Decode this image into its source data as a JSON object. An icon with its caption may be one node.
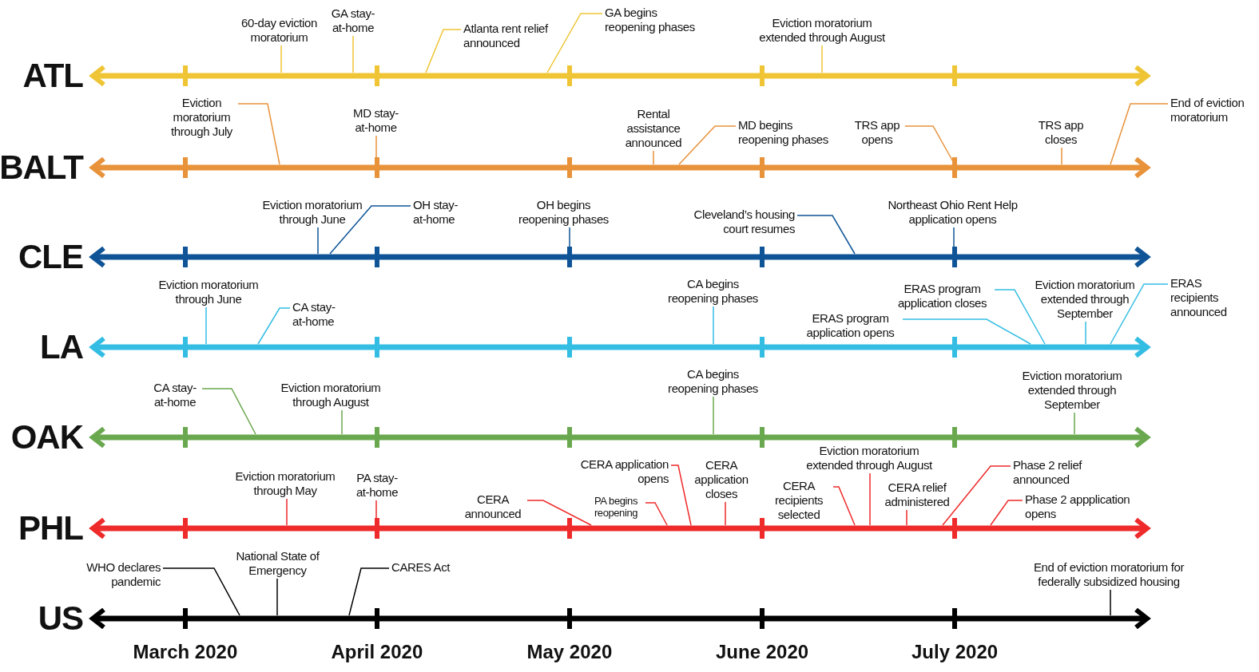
{
  "diagram": {
    "nodes": [
      {
        "text": [
          "60-day eviction moratorium"
        ]
      },
      {
        "text": [
          "GA stay-at-home"
        ]
      },
      {
        "text": [
          "Atlanta rent relief announced"
        ]
      },
      {
        "text": [
          "GA begins reopening phases"
        ]
      },
      {
        "text": [
          "Eviction moratorium extended through August"
        ]
      },
      {
        "text": [],
        "shape": "bar",
        "beside": [
          "ATL"
        ]
      },
      {
        "text": [
          "Eviction moratorium through July"
        ]
      },
      {
        "text": [
          "MD stay-at-home"
        ]
      },
      {
        "text": [
          "Rental assistance announced"
        ]
      },
      {
        "text": [
          "MD begins reopening phases"
        ]
      },
      {
        "text": [
          "TRS app opens"
        ]
      },
      {
        "text": [
          "TRS app closes"
        ]
      },
      {
        "text": [
          "End of eviction moratorium"
        ]
      },
      {
        "text": [],
        "shape": "bar",
        "beside": [
          "BALT"
        ]
      },
      {
        "text": [
          "Eviction moratorium through June"
        ]
      },
      {
        "text": [
          "OH stay-at-home"
        ]
      },
      {
        "text": [
          "OH begins reopening phases"
        ]
      },
      {
        "text": [
          "Cleveland’s housing court resumes"
        ]
      },
      {
        "text": [
          "Northeast Ohio Rent Help application opens"
        ]
      },
      {
        "text": [],
        "shape": "bar",
        "beside": [
          "CLE"
        ]
      },
      {
        "text": [
          "Eviction moratorium through June"
        ]
      },
      {
        "text": [
          "CA stay-at-home"
        ]
      },
      {
        "text": [
          "CA begins reopening phases"
        ]
      },
      {
        "text": [
          "ERAS program application opens"
        ]
      },
      {
        "text": [
          "ERAS program application closes"
        ]
      },
      {
        "text": [
          "Eviction moratorium extended through September"
        ]
      },
      {
        "text": [
          "ERAS recipients announced"
        ]
      },
      {
        "text": [],
        "shape": "bar",
        "beside": [
          "LA"
        ]
      },
      {
        "text": [
          "CA stay-at-home"
        ]
      },
      {
        "text": [
          "Eviction moratorium through August"
        ]
      },
      {
        "text": [
          "CA begins reopening phases"
        ]
      },
      {
        "text": [
          "Eviction moratorium extended through September"
        ]
      },
      {
        "text": [],
        "shape": "bar",
        "beside": [
          "OAK"
        ]
      },
      {
        "text": [
          "Eviction moratorium through May"
        ]
      },
      {
        "text": [
          "PA stay-at-home"
        ]
      },
      {
        "text": [
          "CERA announced"
        ]
      },
      {
        "text": [
          "CERA application opens"
        ]
      },
      {
        "text": [
          "PA begins reopening"
        ]
      },
      {
        "text": [
          "CERA application closes"
        ]
      },
      {
        "text": [
          "Eviction moratorium extended through August"
        ]
      },
      {
        "text": [
          "CERA recipients selected"
        ]
      },
      {
        "text": [
          "CERA relief administered"
        ]
      },
      {
        "text": [
          "Phase 2 relief announced"
        ]
      },
      {
        "text": [
          "Phase 2 appplication opens"
        ]
      },
      {
        "text": [],
        "shape": "bar",
        "beside": [
          "PHL"
        ]
      },
      {
        "text": [
          "WHO declares pandemic"
        ]
      },
      {
        "text": [
          "National State of Emergency"
        ]
      },
      {
        "text": [
          "CARES Act"
        ]
      },
      {
        "text": [
          "End of eviction moratorium for federally subsidized housing"
        ]
      },
      {
        "text": [],
        "shape": "bar",
        "beside": [
          "US"
        ]
      }
    ],
    "edges": [
      {
        "from": 0,
        "to": 5,
        "arrow": "none",
        "color": "#efc535"
      },
      {
        "from": 1,
        "to": 5,
        "arrow": "none",
        "color": "#efc535"
      },
      {
        "from": 2,
        "to": 5,
        "arrow": "none",
        "color": "#efc535"
      },
      {
        "from": 3,
        "to": 5,
        "arrow": "none",
        "color": "#efc535"
      },
      {
        "from": 4,
        "to": 5,
        "arrow": "none",
        "color": "#efc535"
      },
      {
        "from": 6,
        "to": 13,
        "arrow": "none",
        "color": "#e8923a"
      },
      {
        "from": 7,
        "to": 13,
        "arrow": "none",
        "color": "#e8923a"
      },
      {
        "from": 8,
        "to": 13,
        "arrow": "none",
        "color": "#e8923a"
      },
      {
        "from": 9,
        "to": 13,
        "arrow": "none",
        "color": "#e8923a"
      },
      {
        "from": 10,
        "to": 13,
        "arrow": "none",
        "color": "#e8923a"
      },
      {
        "from": 11,
        "to": 13,
        "arrow": "none",
        "color": "#e8923a"
      },
      {
        "from": 12,
        "to": 13,
        "arrow": "none",
        "color": "#e8923a"
      },
      {
        "from": 14,
        "to": 19,
        "arrow": "none",
        "color": "#0f5496"
      },
      {
        "from": 15,
        "to": 19,
        "arrow": "none",
        "color": "#0f5496"
      },
      {
        "from": 16,
        "to": 19,
        "arrow": "none",
        "color": "#0f5496"
      },
      {
        "from": 17,
        "to": 19,
        "arrow": "none",
        "color": "#0f5496"
      },
      {
        "from": 18,
        "to": 19,
        "arrow": "none",
        "color": "#0f5496"
      },
      {
        "from": 20,
        "to": 27,
        "arrow": "none",
        "color": "#33bde3"
      },
      {
        "from": 21,
        "to": 27,
        "arrow": "none",
        "color": "#33bde3"
      },
      {
        "from": 22,
        "to": 27,
        "arrow": "none",
        "color": "#33bde3"
      },
      {
        "from": 23,
        "to": 27,
        "arrow": "none",
        "color": "#33bde3"
      },
      {
        "from": 24,
        "to": 27,
        "arrow": "none",
        "color": "#33bde3"
      },
      {
        "from": 25,
        "to": 27,
        "arrow": "none",
        "color": "#33bde3"
      },
      {
        "from": 26,
        "to": 27,
        "arrow": "none",
        "color": "#33bde3"
      },
      {
        "from": 28,
        "to": 32,
        "arrow": "none",
        "color": "#6aa84f"
      },
      {
        "from": 29,
        "to": 32,
        "arrow": "none",
        "color": "#6aa84f"
      },
      {
        "from": 30,
        "to": 32,
        "arrow": "none",
        "color": "#6aa84f"
      },
      {
        "from": 31,
        "to": 32,
        "arrow": "none",
        "color": "#6aa84f"
      },
      {
        "from": 33,
        "to": 44,
        "arrow": "none",
        "color": "#ee2a2a"
      },
      {
        "from": 34,
        "to": 44,
        "arrow": "none",
        "color": "#ee2a2a"
      },
      {
        "from": 35,
        "to": 44,
        "arrow": "none",
        "color": "#ee2a2a"
      },
      {
        "from": 36,
        "to": 44,
        "arrow": "none",
        "color": "#ee2a2a"
      },
      {
        "from": 37,
        "to": 44,
        "arrow": "none",
        "color": "#ee2a2a"
      },
      {
        "from": 38,
        "to": 44,
        "arrow": "none",
        "color": "#ee2a2a"
      },
      {
        "from": 39,
        "to": 44,
        "arrow": "none",
        "color": "#ee2a2a"
      },
      {
        "from": 40,
        "to": 44,
        "arrow": "none",
        "color": "#ee2a2a"
      },
      {
        "from": 41,
        "to": 44,
        "arrow": "none",
        "color": "#ee2a2a"
      },
      {
        "from": 42,
        "to": 44,
        "arrow": "none",
        "color": "#ee2a2a"
      },
      {
        "from": 43,
        "to": 44,
        "arrow": "none",
        "color": "#ee2a2a"
      },
      {
        "from": 45,
        "to": 49,
        "arrow": "none",
        "color": "#000000"
      },
      {
        "from": 46,
        "to": 49,
        "arrow": "none",
        "color": "#000000"
      },
      {
        "from": 47,
        "to": 49,
        "arrow": "none",
        "color": "#000000"
      },
      {
        "from": 48,
        "to": 49,
        "arrow": "none",
        "color": "#000000"
      }
    ],
    "labels": [
      "March 2020",
      "April 2020",
      "May 2020",
      "June 2020",
      "July 2020"
    ]
  }
}
